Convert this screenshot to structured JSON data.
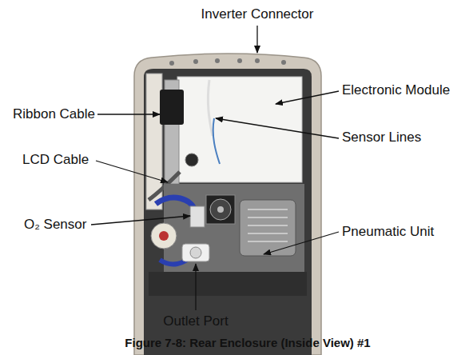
{
  "diagram": {
    "caption": "Figure 7-8: Rear Enclosure (Inside View) #1",
    "labels": [
      "Inverter Connector",
      "Ribbon Cable",
      "Electronic Module",
      "Sensor Lines",
      "LCD Cable",
      "O₂ Sensor",
      "Pneumatic Unit",
      "Outlet Port"
    ]
  }
}
